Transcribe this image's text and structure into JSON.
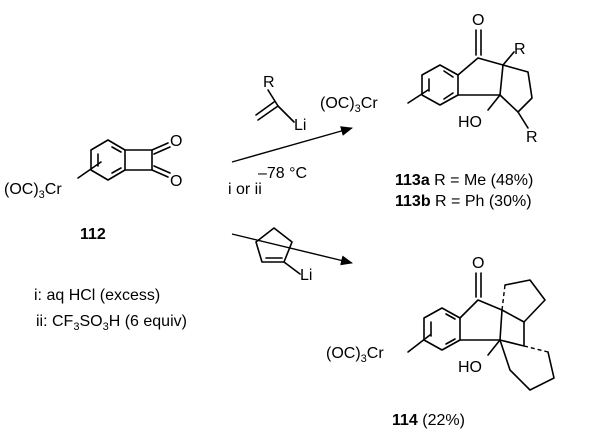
{
  "scheme": {
    "start": {
      "cr_label": "(OC)",
      "cr_sub": "3",
      "cr_el": "Cr",
      "o_top": "O",
      "o_bottom": "O",
      "number": "112"
    },
    "conditions": {
      "reagent_select": "i or ii",
      "temperature": "–78 °C",
      "vinyl_r": "R",
      "vinyl_li": "Li",
      "cyclo_li": "Li",
      "note_i": "i: aq HCl (excess)",
      "note_ii_pre": "ii: CF",
      "note_ii_sub1": "3",
      "note_ii_mid": "SO",
      "note_ii_sub2": "3",
      "note_ii_post": "H (6 equiv)"
    },
    "product_113": {
      "o": "O",
      "r_top": "R",
      "r_bottom": "R",
      "ho": "HO",
      "cr_label": "(OC)",
      "cr_sub": "3",
      "cr_el": "Cr",
      "line_a_id": "113a",
      "line_a_text": " R = Me (48%)",
      "line_b_id": "113b",
      "line_b_text": " R = Ph (30%)"
    },
    "product_114": {
      "o": "O",
      "ho": "HO",
      "cr_label": "(OC)",
      "cr_sub": "3",
      "cr_el": "Cr",
      "id": "114",
      "yield": " (22%)"
    }
  }
}
